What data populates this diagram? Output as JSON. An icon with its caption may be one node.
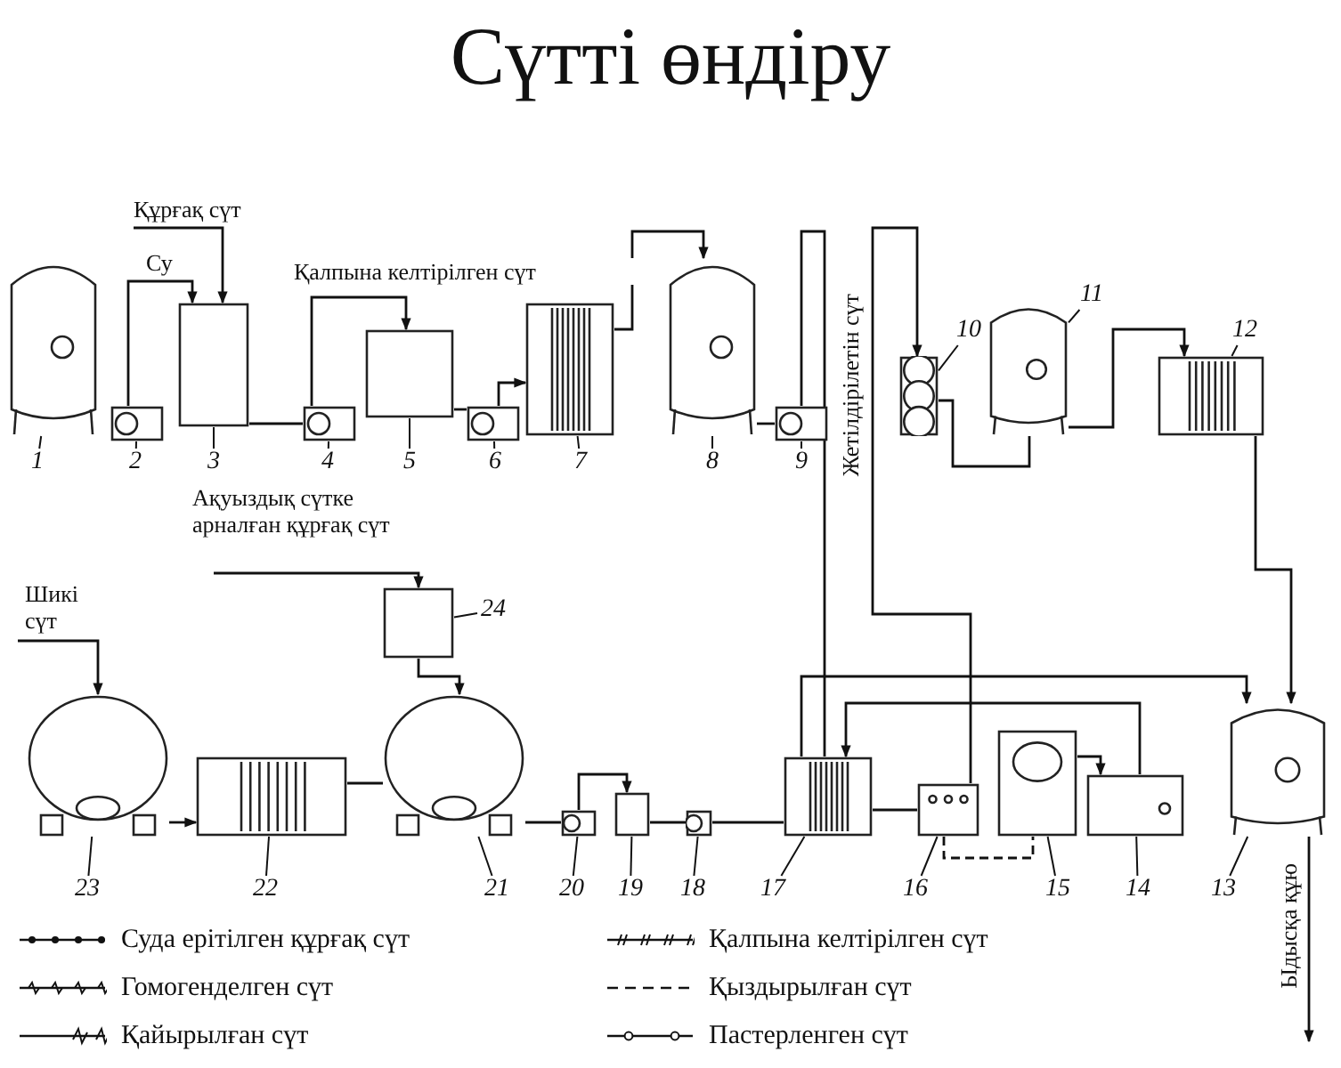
{
  "diagram": {
    "title": "Сүтті өндіру",
    "nodes": [
      {
        "text": [],
        "shape": "cylinder"
      },
      {
        "text": [],
        "shape": "box"
      },
      {
        "text": [],
        "shape": "box"
      },
      {
        "text": [],
        "shape": "box"
      },
      {
        "text": [],
        "shape": "box"
      },
      {
        "text": [],
        "shape": "box"
      },
      {
        "text": [],
        "shape": "box"
      },
      {
        "text": [],
        "shape": "cylinder"
      },
      {
        "text": [],
        "shape": "box"
      },
      {
        "text": [],
        "shape": "box"
      },
      {
        "text": [],
        "shape": "cylinder"
      },
      {
        "text": [],
        "shape": "box"
      },
      {
        "text": [],
        "shape": "box"
      },
      {
        "text": [],
        "shape": "circle"
      },
      {
        "text": [],
        "shape": "box"
      },
      {
        "text": [],
        "shape": "circle"
      },
      {
        "text": [],
        "shape": "box"
      },
      {
        "text": [],
        "shape": "box"
      },
      {
        "text": [],
        "shape": "box"
      },
      {
        "text": [],
        "shape": "box"
      },
      {
        "text": [],
        "shape": "box"
      },
      {
        "text": [],
        "shape": "box"
      },
      {
        "text": [],
        "shape": "box"
      },
      {
        "text": [],
        "shape": "cylinder"
      },
      {
        "text": [
          "1"
        ]
      },
      {
        "text": [
          "2"
        ]
      },
      {
        "text": [
          "3"
        ]
      },
      {
        "text": [
          "4"
        ]
      },
      {
        "text": [
          "5"
        ]
      },
      {
        "text": [
          "6"
        ]
      },
      {
        "text": [
          "7"
        ]
      },
      {
        "text": [
          "8"
        ]
      },
      {
        "text": [
          "9"
        ]
      },
      {
        "text": [
          "10"
        ]
      },
      {
        "text": [
          "11"
        ]
      },
      {
        "text": [
          "12"
        ]
      },
      {
        "text": [
          "13"
        ]
      },
      {
        "text": [
          "14"
        ]
      },
      {
        "text": [
          "15"
        ]
      },
      {
        "text": [
          "16"
        ]
      },
      {
        "text": [
          "17"
        ]
      },
      {
        "text": [
          "18"
        ]
      },
      {
        "text": [
          "19"
        ]
      },
      {
        "text": [
          "20"
        ]
      },
      {
        "text": [
          "21"
        ]
      },
      {
        "text": [
          "22"
        ]
      },
      {
        "text": [
          "23"
        ]
      },
      {
        "text": [
          "24"
        ]
      }
    ],
    "edges": [
      {
        "from": null,
        "to": 2,
        "arrow": "to",
        "label": "Құрғақ сүт"
      },
      {
        "from": 1,
        "to": 2,
        "arrow": "to",
        "label": "Су"
      },
      {
        "from": 2,
        "to": 3,
        "arrow": "none"
      },
      {
        "from": 3,
        "to": 4,
        "arrow": "to",
        "label": "Қалпына келтірілген сүт"
      },
      {
        "from": 4,
        "to": 5,
        "arrow": "none"
      },
      {
        "from": 5,
        "to": 6,
        "arrow": "to"
      },
      {
        "from": 6,
        "to": 7,
        "arrow": "to"
      },
      {
        "from": 7,
        "to": 8,
        "arrow": "none"
      },
      {
        "from": 8,
        "to": 19,
        "arrow": "none"
      },
      {
        "from": 20,
        "to": 9,
        "arrow": "to",
        "label": "Жетілдірілетін сүт"
      },
      {
        "from": 9,
        "to": 10,
        "arrow": "none"
      },
      {
        "from": 10,
        "to": 11,
        "arrow": "to"
      },
      {
        "from": 11,
        "to": 23,
        "arrow": "to"
      },
      {
        "from": 23,
        "to": null,
        "arrow": "to",
        "label": "Ыдысқа құю"
      },
      {
        "from": null,
        "to": 13,
        "arrow": "to",
        "label": "Шикі сүт"
      },
      {
        "from": 13,
        "to": 14,
        "arrow": "to"
      },
      {
        "from": 14,
        "to": 15,
        "arrow": "none"
      },
      {
        "from": null,
        "to": 12,
        "arrow": "to",
        "label": "Ақуыздық сүтке арналған құрғақ сүт"
      },
      {
        "from": 12,
        "to": 15,
        "arrow": "to"
      },
      {
        "from": 15,
        "to": 16,
        "arrow": "none"
      },
      {
        "from": 16,
        "to": 17,
        "arrow": "to"
      },
      {
        "from": 17,
        "to": 18,
        "arrow": "none"
      },
      {
        "from": 18,
        "to": 19,
        "arrow": "none"
      },
      {
        "from": 19,
        "to": 20,
        "arrow": "none"
      },
      {
        "from": 20,
        "to": 21,
        "arrow": "none",
        "style": "dashed"
      },
      {
        "from": 21,
        "to": 22,
        "arrow": "to"
      },
      {
        "from": 22,
        "to": 19,
        "arrow": "to"
      },
      {
        "from": 19,
        "to": 23,
        "arrow": "to"
      },
      {
        "from": 24,
        "to": 0,
        "arrow": "none"
      },
      {
        "from": 25,
        "to": 1,
        "arrow": "none"
      },
      {
        "from": 26,
        "to": 2,
        "arrow": "none"
      },
      {
        "from": 27,
        "to": 3,
        "arrow": "none"
      },
      {
        "from": 28,
        "to": 4,
        "arrow": "none"
      },
      {
        "from": 29,
        "to": 5,
        "arrow": "none"
      },
      {
        "from": 30,
        "to": 6,
        "arrow": "none"
      },
      {
        "from": 31,
        "to": 7,
        "arrow": "none"
      },
      {
        "from": 32,
        "to": 8,
        "arrow": "none"
      },
      {
        "from": 33,
        "to": 9,
        "arrow": "none"
      },
      {
        "from": 34,
        "to": 10,
        "arrow": "none"
      },
      {
        "from": 35,
        "to": 11,
        "arrow": "none"
      },
      {
        "from": 36,
        "to": 23,
        "arrow": "none"
      },
      {
        "from": 37,
        "to": 22,
        "arrow": "none"
      },
      {
        "from": 38,
        "to": 21,
        "arrow": "none"
      },
      {
        "from": 39,
        "to": 20,
        "arrow": "none"
      },
      {
        "from": 40,
        "to": 19,
        "arrow": "none"
      },
      {
        "from": 41,
        "to": 18,
        "arrow": "none"
      },
      {
        "from": 42,
        "to": 17,
        "arrow": "none"
      },
      {
        "from": 43,
        "to": 16,
        "arrow": "none"
      },
      {
        "from": 44,
        "to": 15,
        "arrow": "none"
      },
      {
        "from": 45,
        "to": 14,
        "arrow": "none"
      },
      {
        "from": 46,
        "to": 13,
        "arrow": "none"
      },
      {
        "from": 47,
        "to": 12,
        "arrow": "none"
      }
    ],
    "legend": [
      {
        "text": "Суда ерітілген құрғақ сүт"
      },
      {
        "text": "Гомогенделген сүт"
      },
      {
        "text": "Қайырылған сүт"
      },
      {
        "text": "Қалпына келтірілген сүт"
      },
      {
        "text": "Қыздырылған сүт"
      },
      {
        "text": "Пастерленген сүт"
      }
    ]
  }
}
